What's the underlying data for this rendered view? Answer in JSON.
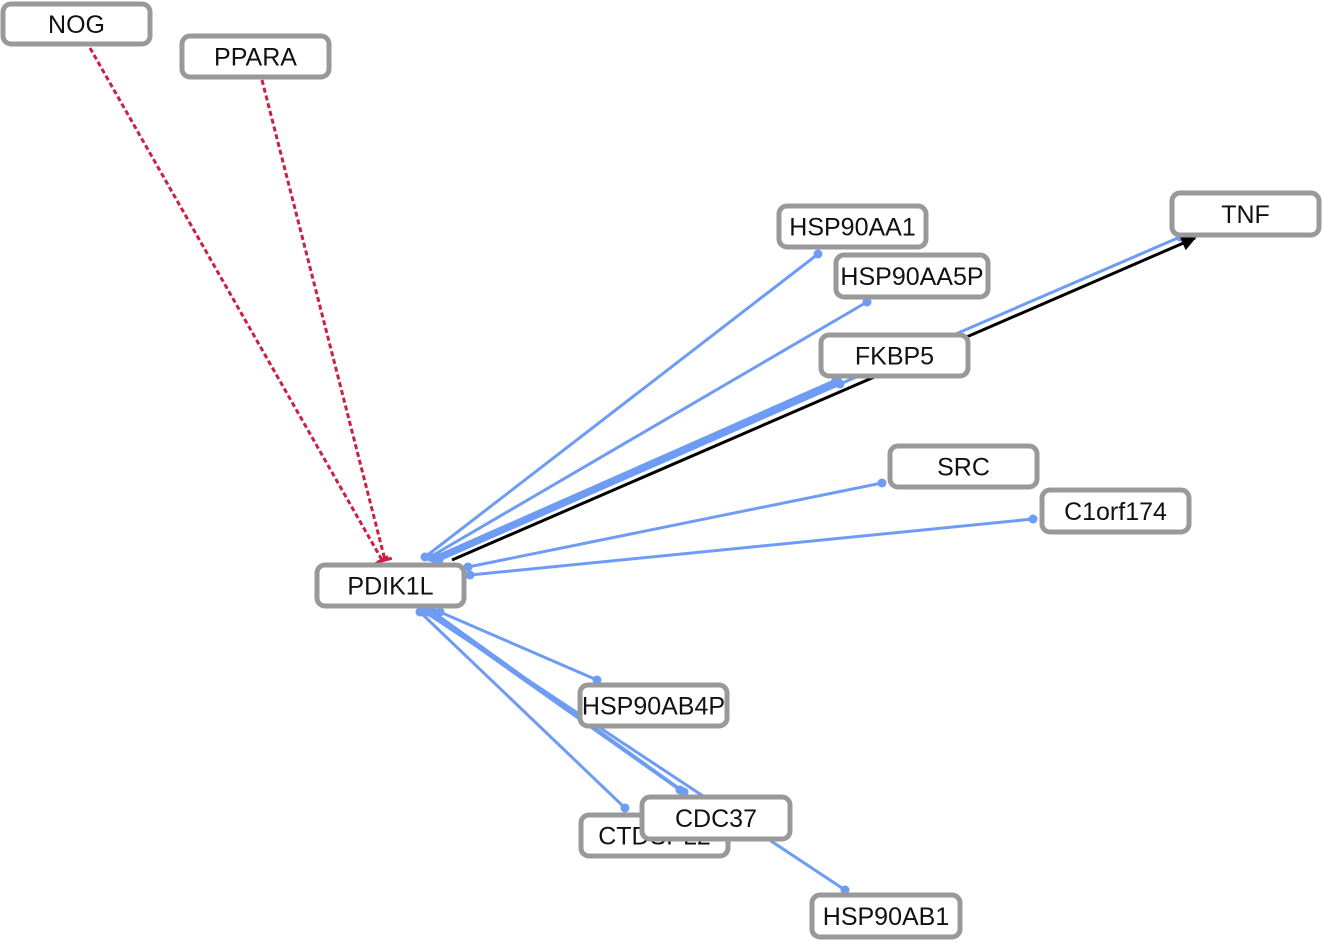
{
  "nodes": [
    {
      "id": "NOG",
      "label": "NOG"
    },
    {
      "id": "PPARA",
      "label": "PPARA"
    },
    {
      "id": "HSP90AA1",
      "label": "HSP90AA1"
    },
    {
      "id": "HSP90AA5P",
      "label": "HSP90AA5P"
    },
    {
      "id": "TNF",
      "label": "TNF"
    },
    {
      "id": "FKBP5",
      "label": "FKBP5"
    },
    {
      "id": "SRC",
      "label": "SRC"
    },
    {
      "id": "C1orf174",
      "label": "C1orf174"
    },
    {
      "id": "PDIK1L",
      "label": "PDIK1L"
    },
    {
      "id": "HSP90AB4P",
      "label": "HSP90AB4P"
    },
    {
      "id": "CTDSPL2",
      "label": "CTDSPL2"
    },
    {
      "id": "CDC37",
      "label": "CDC37"
    },
    {
      "id": "HSP90AB1",
      "label": "HSP90AB1"
    }
  ],
  "edges": [
    {
      "source": "NOG",
      "target": "PDIK1L",
      "type": "inhibition"
    },
    {
      "source": "PPARA",
      "target": "PDIK1L",
      "type": "inhibition"
    },
    {
      "source": "PDIK1L",
      "target": "HSP90AA1",
      "type": "binding"
    },
    {
      "source": "PDIK1L",
      "target": "HSP90AA5P",
      "type": "binding"
    },
    {
      "source": "PDIK1L",
      "target": "FKBP5",
      "type": "binding"
    },
    {
      "source": "PDIK1L",
      "target": "FKBP5",
      "type": "binding"
    },
    {
      "source": "PDIK1L",
      "target": "FKBP5",
      "type": "binding"
    },
    {
      "source": "PDIK1L",
      "target": "TNF",
      "type": "binding"
    },
    {
      "source": "PDIK1L",
      "target": "TNF",
      "type": "activation"
    },
    {
      "source": "PDIK1L",
      "target": "SRC",
      "type": "binding"
    },
    {
      "source": "PDIK1L",
      "target": "C1orf174",
      "type": "binding"
    },
    {
      "source": "PDIK1L",
      "target": "HSP90AB4P",
      "type": "binding"
    },
    {
      "source": "PDIK1L",
      "target": "CDC37",
      "type": "binding"
    },
    {
      "source": "PDIK1L",
      "target": "CDC37",
      "type": "binding"
    },
    {
      "source": "PDIK1L",
      "target": "HSP90AB1",
      "type": "binding"
    },
    {
      "source": "PDIK1L",
      "target": "CTDSPL2",
      "type": "binding"
    }
  ],
  "colors": {
    "inhibition": "#cc1f44",
    "binding": "#6e9cf5",
    "activation": "#000000",
    "node_border": "#999999"
  }
}
